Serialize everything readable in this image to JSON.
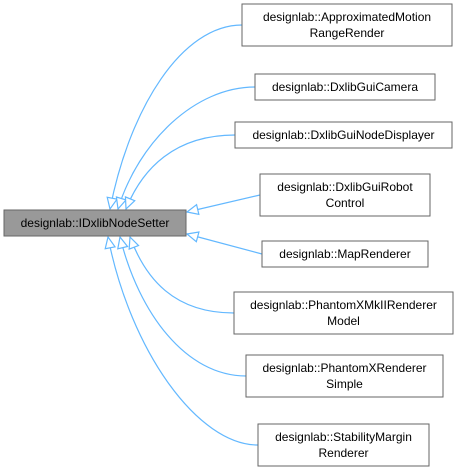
{
  "base_class": {
    "lines": [
      "designlab::IDxlibNodeSetter"
    ]
  },
  "derived_classes": [
    {
      "key": "approximated-motion-range-render",
      "lines": [
        "designlab::ApproximatedMotion",
        "RangeRender"
      ]
    },
    {
      "key": "dxlib-gui-camera",
      "lines": [
        "designlab::DxlibGuiCamera"
      ]
    },
    {
      "key": "dxlib-gui-node-displayer",
      "lines": [
        "designlab::DxlibGuiNodeDisplayer"
      ]
    },
    {
      "key": "dxlib-gui-robot-control",
      "lines": [
        "designlab::DxlibGuiRobot",
        "Control"
      ]
    },
    {
      "key": "map-renderer",
      "lines": [
        "designlab::MapRenderer"
      ]
    },
    {
      "key": "phantomx-mkii-renderer-model",
      "lines": [
        "designlab::PhantomXMkIIRenderer",
        "Model"
      ]
    },
    {
      "key": "phantomx-renderer-simple",
      "lines": [
        "designlab::PhantomXRenderer",
        "Simple"
      ]
    },
    {
      "key": "stability-margin-renderer",
      "lines": [
        "designlab::StabilityMargin",
        "Renderer"
      ]
    }
  ],
  "colors": {
    "edge": "#63b8ff",
    "base_fill": "#999999",
    "node_fill": "#ffffff",
    "node_border": "#666666"
  }
}
